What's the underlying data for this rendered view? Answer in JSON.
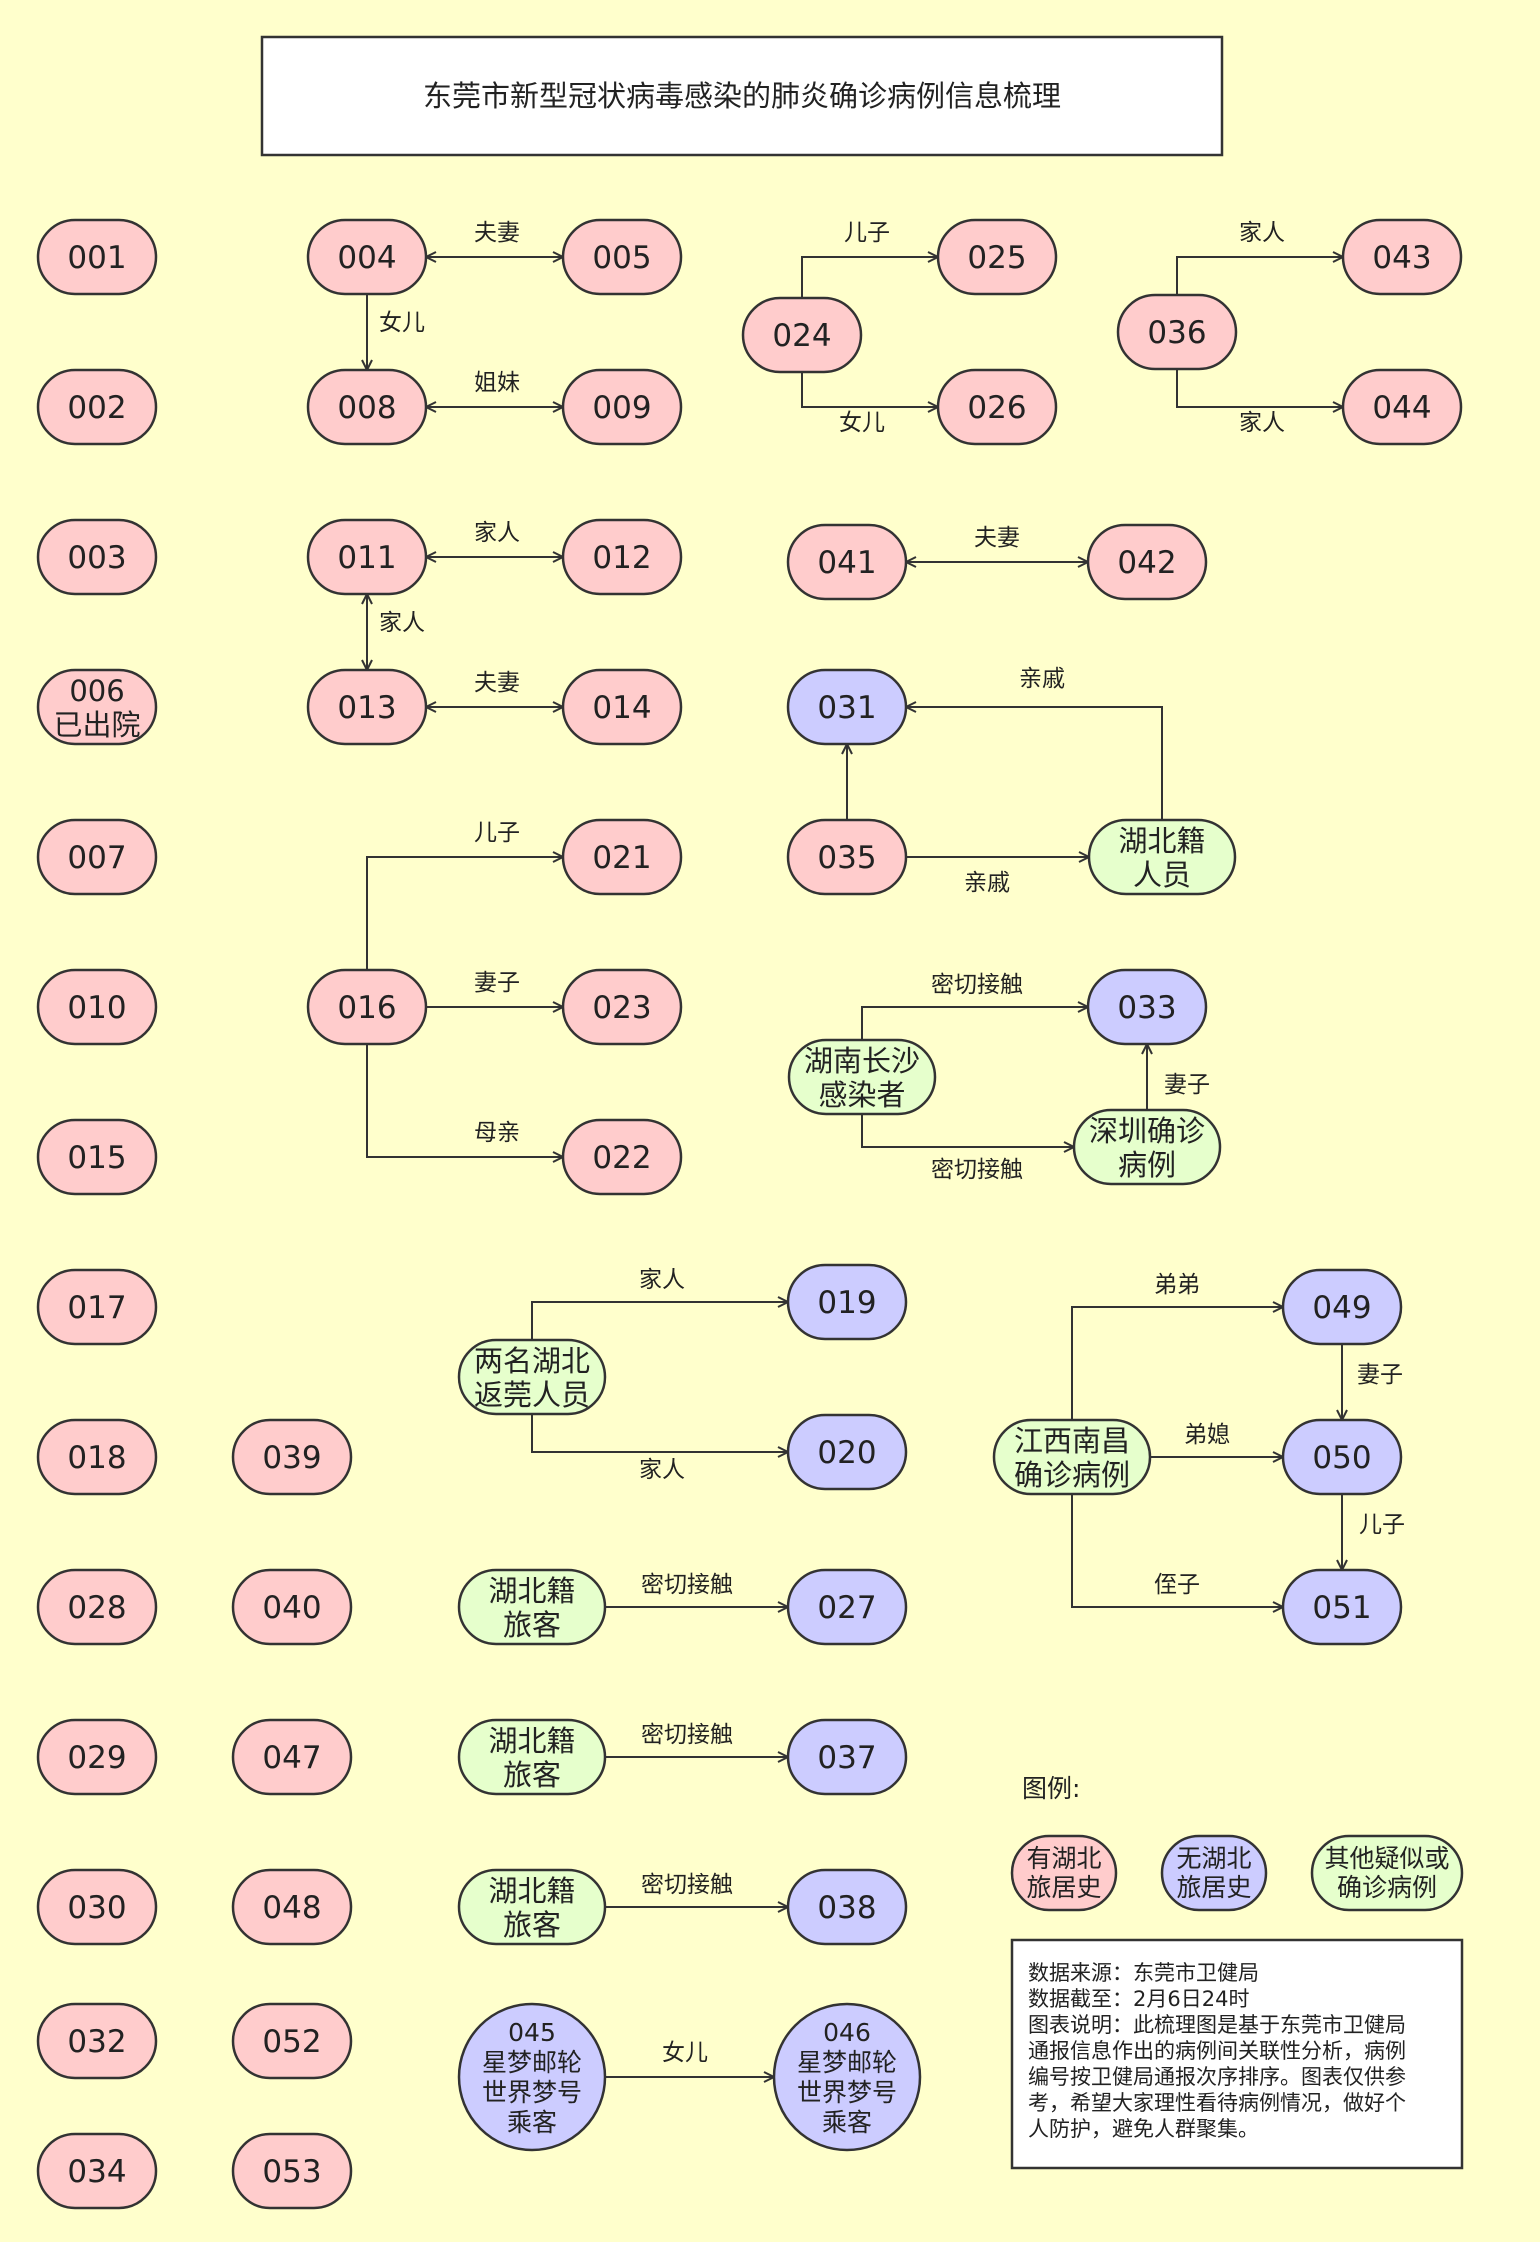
{
  "title": "东莞市新型冠状病毒感染的肺炎确诊病例信息梳理",
  "colors": {
    "background": "#ffffcc",
    "hubei": "#ffcccc",
    "no_hubei": "#ccccff",
    "other": "#e6ffcc",
    "stroke": "#333333"
  },
  "nodes": {
    "n001": {
      "label": "001",
      "cat": "hubei"
    },
    "n002": {
      "label": "002",
      "cat": "hubei"
    },
    "n003": {
      "label": "003",
      "cat": "hubei"
    },
    "n006": {
      "label": "006",
      "label2": "已出院",
      "cat": "hubei"
    },
    "n007": {
      "label": "007",
      "cat": "hubei"
    },
    "n010": {
      "label": "010",
      "cat": "hubei"
    },
    "n015": {
      "label": "015",
      "cat": "hubei"
    },
    "n017": {
      "label": "017",
      "cat": "hubei"
    },
    "n018": {
      "label": "018",
      "cat": "hubei"
    },
    "n028": {
      "label": "028",
      "cat": "hubei"
    },
    "n029": {
      "label": "029",
      "cat": "hubei"
    },
    "n030": {
      "label": "030",
      "cat": "hubei"
    },
    "n032": {
      "label": "032",
      "cat": "hubei"
    },
    "n034": {
      "label": "034",
      "cat": "hubei"
    },
    "n039": {
      "label": "039",
      "cat": "hubei"
    },
    "n040": {
      "label": "040",
      "cat": "hubei"
    },
    "n047": {
      "label": "047",
      "cat": "hubei"
    },
    "n048": {
      "label": "048",
      "cat": "hubei"
    },
    "n052": {
      "label": "052",
      "cat": "hubei"
    },
    "n053": {
      "label": "053",
      "cat": "hubei"
    },
    "n004": {
      "label": "004",
      "cat": "hubei"
    },
    "n005": {
      "label": "005",
      "cat": "hubei"
    },
    "n008": {
      "label": "008",
      "cat": "hubei"
    },
    "n009": {
      "label": "009",
      "cat": "hubei"
    },
    "n011": {
      "label": "011",
      "cat": "hubei"
    },
    "n012": {
      "label": "012",
      "cat": "hubei"
    },
    "n013": {
      "label": "013",
      "cat": "hubei"
    },
    "n014": {
      "label": "014",
      "cat": "hubei"
    },
    "n016": {
      "label": "016",
      "cat": "hubei"
    },
    "n021": {
      "label": "021",
      "cat": "hubei"
    },
    "n023": {
      "label": "023",
      "cat": "hubei"
    },
    "n022": {
      "label": "022",
      "cat": "hubei"
    },
    "n024": {
      "label": "024",
      "cat": "hubei"
    },
    "n025": {
      "label": "025",
      "cat": "hubei"
    },
    "n026": {
      "label": "026",
      "cat": "hubei"
    },
    "n036": {
      "label": "036",
      "cat": "hubei"
    },
    "n043": {
      "label": "043",
      "cat": "hubei"
    },
    "n044": {
      "label": "044",
      "cat": "hubei"
    },
    "n041": {
      "label": "041",
      "cat": "hubei"
    },
    "n042": {
      "label": "042",
      "cat": "hubei"
    },
    "n031": {
      "label": "031",
      "cat": "no_hubei"
    },
    "n035": {
      "label": "035",
      "cat": "hubei"
    },
    "hubeiPerson": {
      "label": "湖北籍",
      "label2": "人员",
      "cat": "other"
    },
    "n033": {
      "label": "033",
      "cat": "no_hubei"
    },
    "hunanCase": {
      "label": "湖南长沙",
      "label2": "感染者",
      "cat": "other"
    },
    "shenzhenCase": {
      "label": "深圳确诊",
      "label2": "病例",
      "cat": "other"
    },
    "twoHubei": {
      "label": "两名湖北",
      "label2": "返莞人员",
      "cat": "other"
    },
    "n019": {
      "label": "019",
      "cat": "no_hubei"
    },
    "n020": {
      "label": "020",
      "cat": "no_hubei"
    },
    "jiangxiCase": {
      "label": "江西南昌",
      "label2": "确诊病例",
      "cat": "other"
    },
    "n049": {
      "label": "049",
      "cat": "no_hubei"
    },
    "n050": {
      "label": "050",
      "cat": "no_hubei"
    },
    "n051": {
      "label": "051",
      "cat": "no_hubei"
    },
    "traveler1": {
      "label": "湖北籍",
      "label2": "旅客",
      "cat": "other"
    },
    "n027": {
      "label": "027",
      "cat": "no_hubei"
    },
    "traveler2": {
      "label": "湖北籍",
      "label2": "旅客",
      "cat": "other"
    },
    "n037": {
      "label": "037",
      "cat": "no_hubei"
    },
    "traveler3": {
      "label": "湖北籍",
      "label2": "旅客",
      "cat": "other"
    },
    "n038": {
      "label": "038",
      "cat": "no_hubei"
    },
    "n045": {
      "label": "045",
      "label2": "星梦邮轮",
      "label3": "世界梦号",
      "label4": "乘客",
      "cat": "no_hubei"
    },
    "n046": {
      "label": "046",
      "label2": "星梦邮轮",
      "label3": "世界梦号",
      "label4": "乘客",
      "cat": "no_hubei"
    }
  },
  "edges": [
    {
      "from": "n004",
      "to": "n005",
      "label": "夫妻",
      "both": true
    },
    {
      "from": "n004",
      "to": "n008",
      "label": "女儿",
      "both": false
    },
    {
      "from": "n008",
      "to": "n009",
      "label": "姐妹",
      "both": true
    },
    {
      "from": "n011",
      "to": "n012",
      "label": "家人",
      "both": true
    },
    {
      "from": "n011",
      "to": "n013",
      "label": "家人",
      "both": true
    },
    {
      "from": "n013",
      "to": "n014",
      "label": "夫妻",
      "both": true
    },
    {
      "from": "n016",
      "to": "n021",
      "label": "儿子",
      "both": false
    },
    {
      "from": "n016",
      "to": "n023",
      "label": "妻子",
      "both": false
    },
    {
      "from": "n016",
      "to": "n022",
      "label": "母亲",
      "both": false
    },
    {
      "from": "n024",
      "to": "n025",
      "label": "儿子",
      "both": false
    },
    {
      "from": "n024",
      "to": "n026",
      "label": "女儿",
      "both": false
    },
    {
      "from": "n036",
      "to": "n043",
      "label": "家人",
      "both": false
    },
    {
      "from": "n036",
      "to": "n044",
      "label": "家人",
      "both": false
    },
    {
      "from": "n041",
      "to": "n042",
      "label": "夫妻",
      "both": true
    },
    {
      "from": "hubeiPerson",
      "to": "n031",
      "label": "亲戚",
      "both": false
    },
    {
      "from": "n035",
      "to": "n031",
      "label": "",
      "both": false
    },
    {
      "from": "n035",
      "to": "hubeiPerson",
      "label": "亲戚",
      "both": false
    },
    {
      "from": "hunanCase",
      "to": "n033",
      "label": "密切接触",
      "both": false
    },
    {
      "from": "hunanCase",
      "to": "shenzhenCase",
      "label": "密切接触",
      "both": false
    },
    {
      "from": "shenzhenCase",
      "to": "n033",
      "label": "妻子",
      "both": false
    },
    {
      "from": "twoHubei",
      "to": "n019",
      "label": "家人",
      "both": false
    },
    {
      "from": "twoHubei",
      "to": "n020",
      "label": "家人",
      "both": false
    },
    {
      "from": "jiangxiCase",
      "to": "n049",
      "label": "弟弟",
      "both": false
    },
    {
      "from": "jiangxiCase",
      "to": "n050",
      "label": "弟媳",
      "both": false
    },
    {
      "from": "jiangxiCase",
      "to": "n051",
      "label": "侄子",
      "both": false
    },
    {
      "from": "n049",
      "to": "n050",
      "label": "妻子",
      "both": false
    },
    {
      "from": "n050",
      "to": "n051",
      "label": "儿子",
      "both": false
    },
    {
      "from": "traveler1",
      "to": "n027",
      "label": "密切接触",
      "both": false
    },
    {
      "from": "traveler2",
      "to": "n037",
      "label": "密切接触",
      "both": false
    },
    {
      "from": "traveler3",
      "to": "n038",
      "label": "密切接触",
      "both": false
    },
    {
      "from": "n045",
      "to": "n046",
      "label": "女儿",
      "both": false
    }
  ],
  "legend": {
    "title": "图例:",
    "items": [
      {
        "line1": "有湖北",
        "line2": "旅居史",
        "cat": "hubei"
      },
      {
        "line1": "无湖北",
        "line2": "旅居史",
        "cat": "no_hubei"
      },
      {
        "line1": "其他疑似或",
        "line2": "确诊病例",
        "cat": "other"
      }
    ]
  },
  "info": {
    "lines": [
      "数据来源：东莞市卫健局",
      "数据截至：2月6日24时",
      "图表说明：此梳理图是基于东莞市卫健局",
      "通报信息作出的病例间关联性分析，病例",
      "编号按卫健局通报次序排序。图表仅供参",
      "考，希望大家理性看待病例情况，做好个",
      "人防护，避免人群聚集。"
    ]
  }
}
